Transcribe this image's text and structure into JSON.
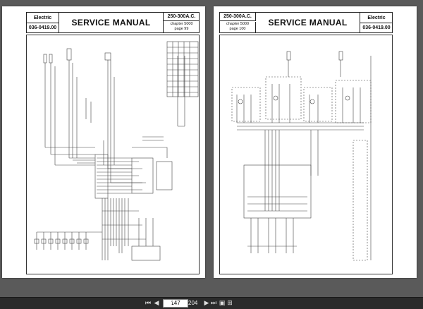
{
  "pages": [
    {
      "brand": "Electric",
      "doc_number": "036-0419.00",
      "title": "SERVICE MANUAL",
      "model": "250-300A.C.",
      "chapter": "chapter 5000",
      "page_label": "page 99"
    },
    {
      "brand": "Electric",
      "doc_number": "036-0419.00",
      "title": "SERVICE MANUAL",
      "model": "250-300A.C.",
      "chapter": "chapter 5000",
      "page_label": "page 100"
    }
  ],
  "toolbar": {
    "current_page": "147",
    "separator": "/",
    "total_pages": "204",
    "icons": [
      "first-page-icon",
      "prev-page-icon",
      "next-page-icon",
      "last-page-icon",
      "fit-page-icon",
      "fit-width-icon"
    ]
  }
}
